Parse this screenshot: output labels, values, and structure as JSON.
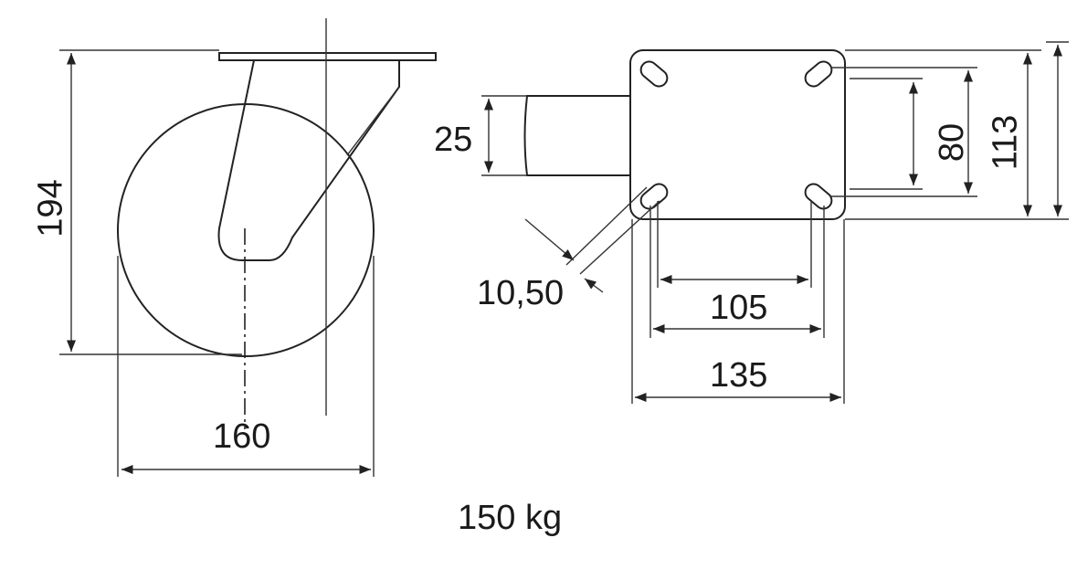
{
  "dimensions": {
    "height": "194",
    "wheel_diameter": "160",
    "stem_width": "25",
    "hole_size": "10,50",
    "hole_spacing_x": "105",
    "plate_width": "135",
    "hole_spacing_y": "80",
    "plate_length": "113"
  },
  "load_capacity": "150 kg"
}
